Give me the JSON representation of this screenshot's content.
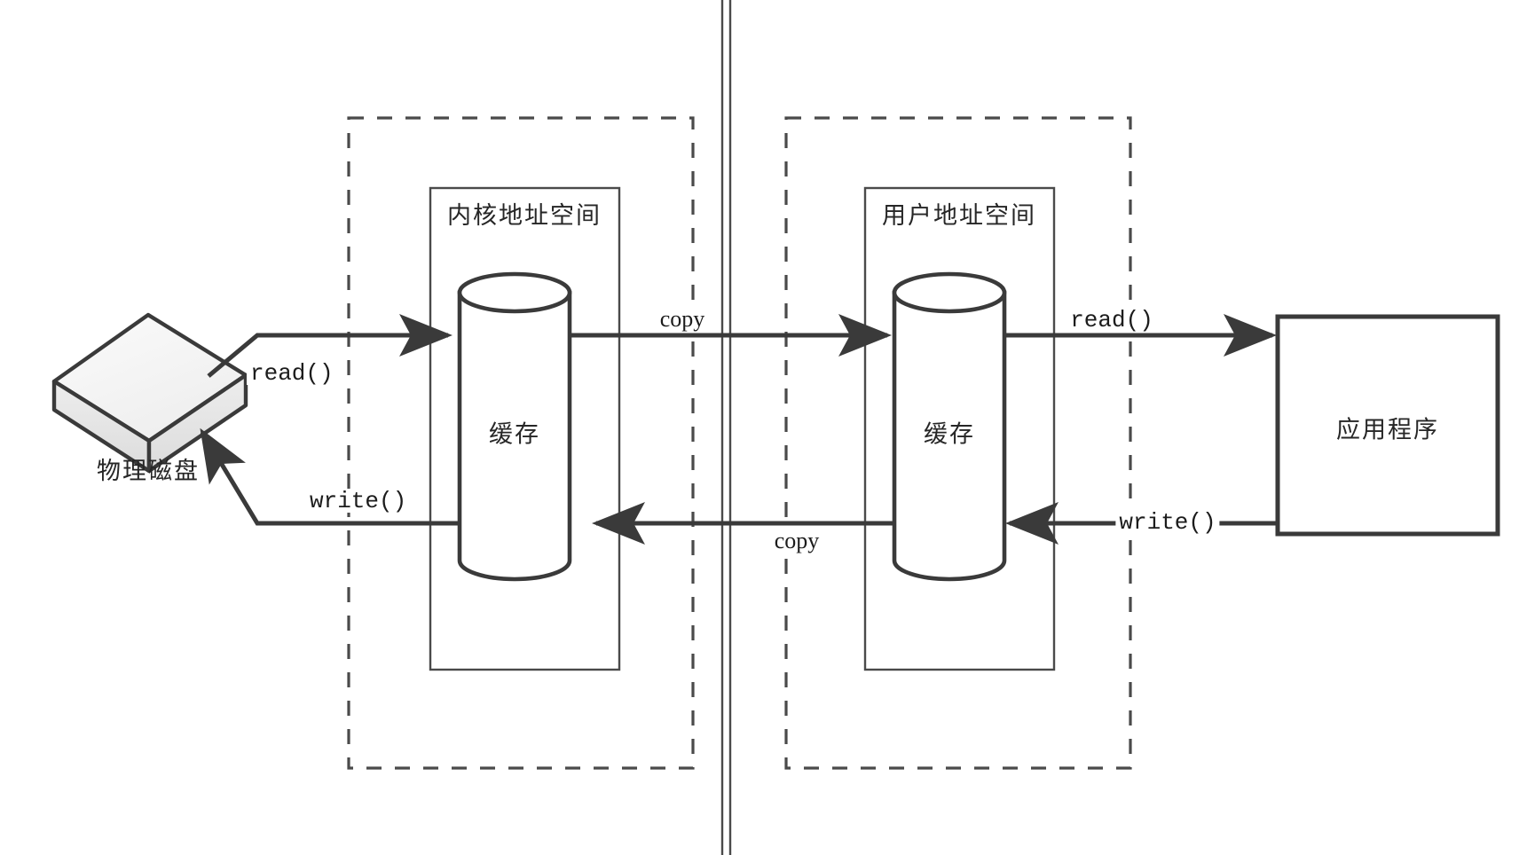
{
  "diagram": {
    "title": "Standard I/O buffered read and write data flow",
    "kind": "block-flow-diagram",
    "colors": {
      "line": "#3a3a3a",
      "thin_line": "#4a4a4a",
      "disk_top_fill": "#f2f2f2",
      "disk_side_fill": "#e2e2e2",
      "background": "#ffffff",
      "text": "#1e1e1e"
    }
  },
  "labels": {
    "physical_disk": "物理磁盘",
    "kernel_address_space": "内核地址空间",
    "user_address_space": "用户地址空间",
    "kernel_buffer": "缓存",
    "user_buffer": "缓存",
    "application": "应用程序",
    "read_disk": "read()",
    "write_disk": "write()",
    "copy_up": "copy",
    "copy_down": "copy",
    "read_app": "read()",
    "write_app": "write()"
  },
  "nodes": [
    {
      "id": "physical-disk",
      "label": "物理磁盘",
      "shape": "3d-box"
    },
    {
      "id": "kernel-space",
      "label": "内核地址空间",
      "shape": "rectangle"
    },
    {
      "id": "kernel-buffer",
      "label": "缓存",
      "shape": "cylinder"
    },
    {
      "id": "user-space",
      "label": "用户地址空间",
      "shape": "rectangle"
    },
    {
      "id": "user-buffer",
      "label": "缓存",
      "shape": "cylinder"
    },
    {
      "id": "application",
      "label": "应用程序",
      "shape": "rectangle"
    }
  ],
  "groups": [
    {
      "id": "kernel-group",
      "style": "dashed"
    },
    {
      "id": "user-group",
      "style": "dashed"
    }
  ],
  "edges": [
    {
      "id": "edge-read-disk",
      "from": "physical-disk",
      "to": "kernel-buffer",
      "label": "read()",
      "direction": "right"
    },
    {
      "id": "edge-copy-up",
      "from": "kernel-buffer",
      "to": "user-buffer",
      "label": "copy",
      "direction": "right"
    },
    {
      "id": "edge-read-app",
      "from": "user-buffer",
      "to": "application",
      "label": "read()",
      "direction": "right"
    },
    {
      "id": "edge-write-app",
      "from": "application",
      "to": "user-buffer",
      "label": "write()",
      "direction": "left"
    },
    {
      "id": "edge-copy-down",
      "from": "user-buffer",
      "to": "kernel-buffer",
      "label": "copy",
      "direction": "left"
    },
    {
      "id": "edge-write-disk",
      "from": "kernel-buffer",
      "to": "physical-disk",
      "label": "write()",
      "direction": "left"
    }
  ],
  "divider": {
    "id": "kernel-user-boundary",
    "style": "double-vertical-line"
  }
}
